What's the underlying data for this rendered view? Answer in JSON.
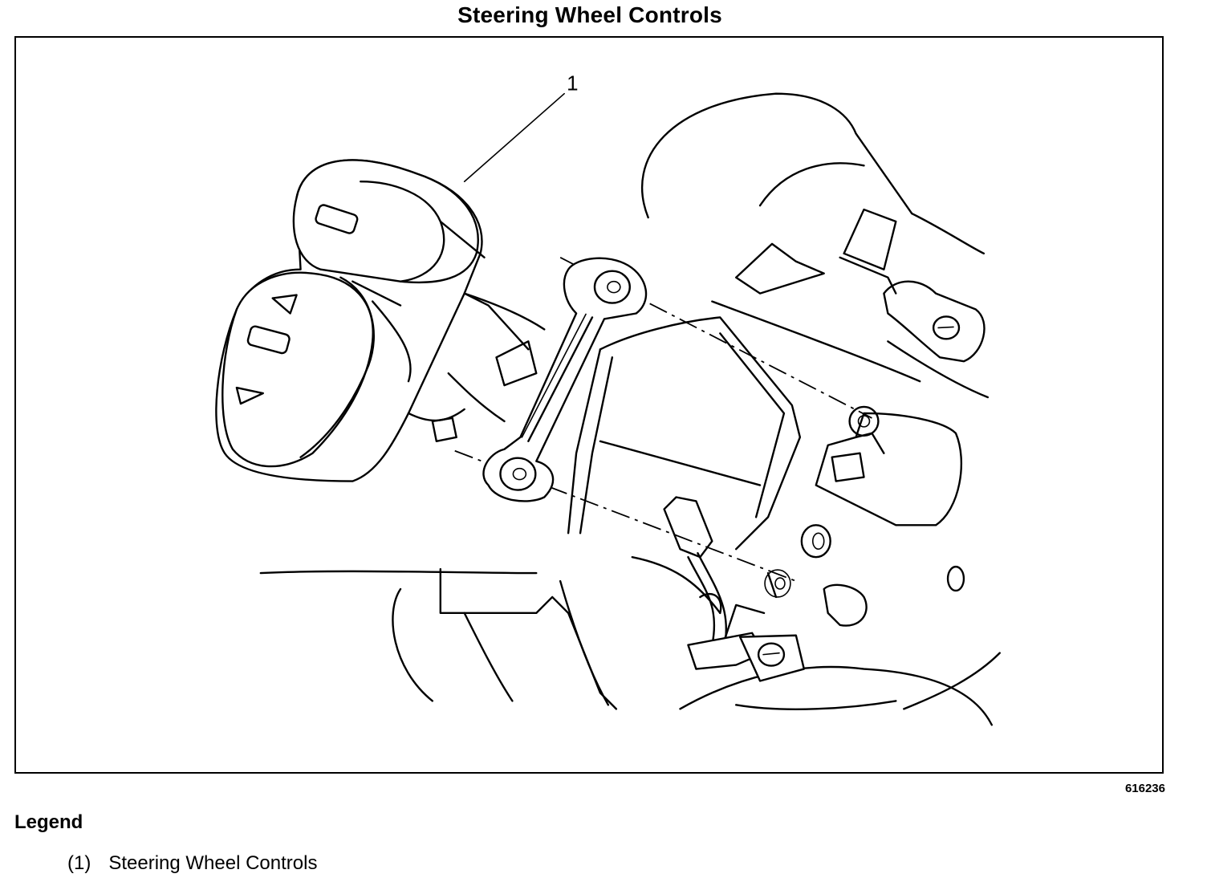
{
  "title": "Steering Wheel Controls",
  "figure": {
    "number": "616236",
    "callouts": [
      {
        "label": "1"
      }
    ]
  },
  "legend": {
    "heading": "Legend",
    "items": [
      {
        "number": "(1)",
        "text": "Steering Wheel Controls"
      }
    ]
  }
}
